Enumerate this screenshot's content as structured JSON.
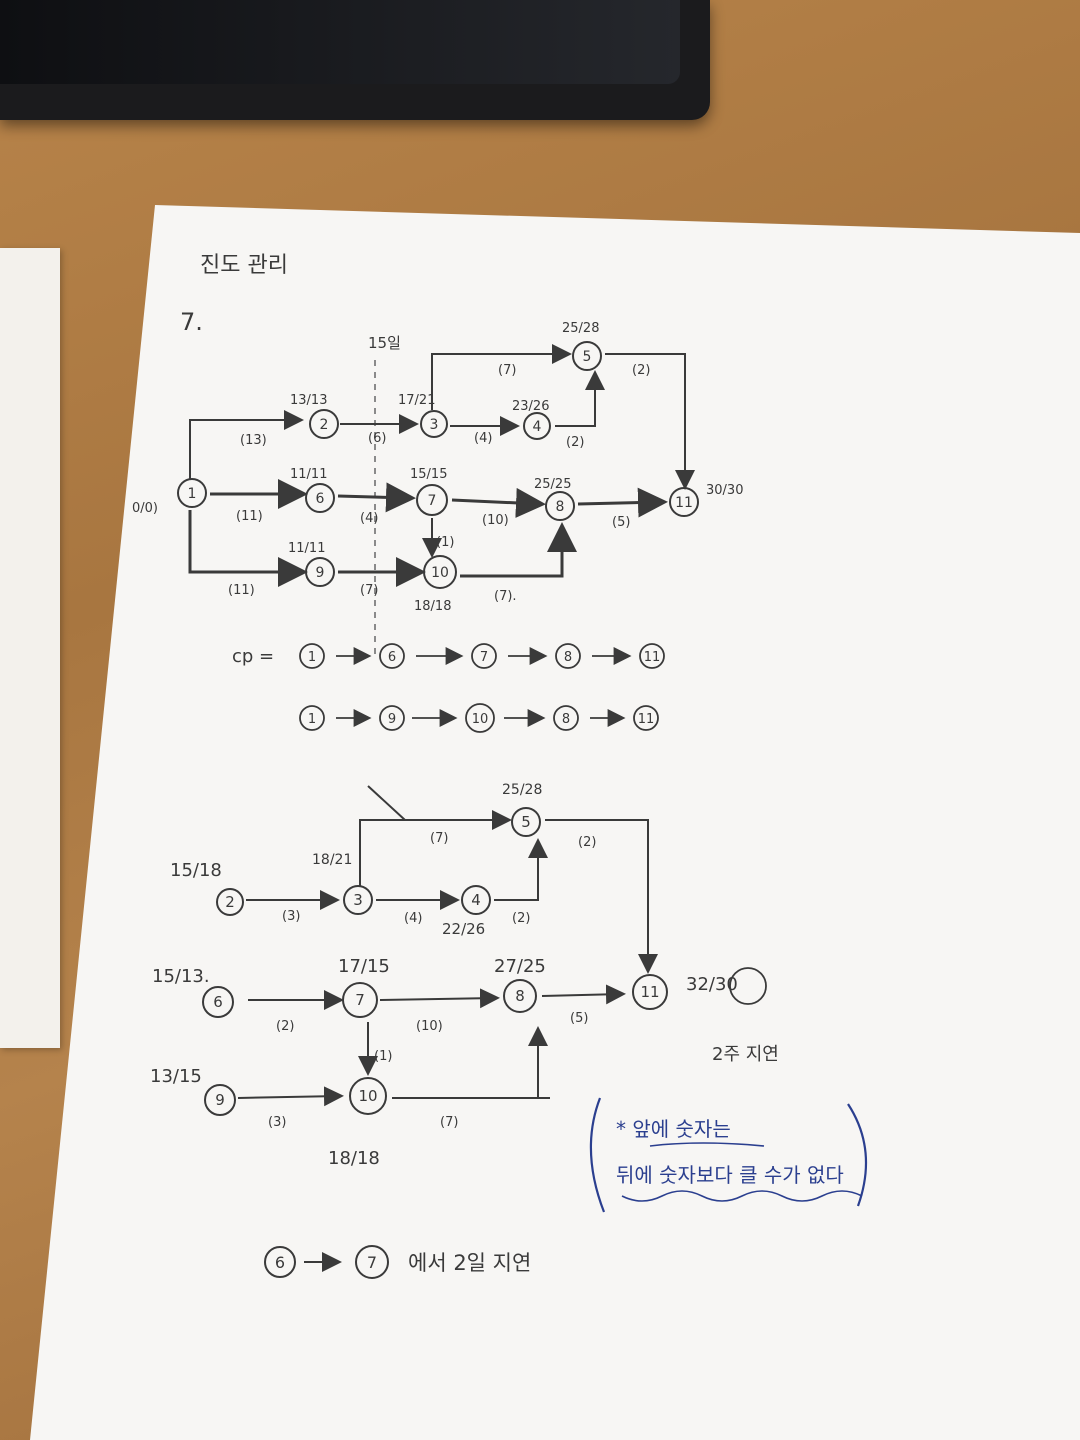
{
  "header": {
    "title": "진도 관리",
    "problem_no": "7."
  },
  "diagram1": {
    "cut_label": "15일",
    "nodes": [
      {
        "id": "1",
        "label": "1",
        "times": "0/0)"
      },
      {
        "id": "2",
        "label": "2",
        "times": "13/13"
      },
      {
        "id": "3",
        "label": "3",
        "times": "17/21"
      },
      {
        "id": "4",
        "label": "4",
        "times": "23/26"
      },
      {
        "id": "5",
        "label": "5",
        "times": "25/28"
      },
      {
        "id": "6",
        "label": "6",
        "times": "11/11"
      },
      {
        "id": "7",
        "label": "7",
        "times": "15/15"
      },
      {
        "id": "8",
        "label": "8",
        "times": "25/25"
      },
      {
        "id": "9",
        "label": "9",
        "times": "11/11"
      },
      {
        "id": "10",
        "label": "10",
        "times": "18/18"
      },
      {
        "id": "11",
        "label": "11",
        "times": "30/30"
      }
    ],
    "edges": [
      {
        "from": "1",
        "to": "2",
        "dur": "(13)"
      },
      {
        "from": "2",
        "to": "3",
        "dur": "(6)"
      },
      {
        "from": "3",
        "to": "4",
        "dur": "(4)"
      },
      {
        "from": "3",
        "to": "5",
        "dur": "(7)"
      },
      {
        "from": "4",
        "to": "5",
        "dur": "(2)"
      },
      {
        "from": "5",
        "to": "11",
        "dur": "(2)"
      },
      {
        "from": "1",
        "to": "6",
        "dur": "(11)"
      },
      {
        "from": "6",
        "to": "7",
        "dur": "(4)"
      },
      {
        "from": "7",
        "to": "8",
        "dur": "(10)"
      },
      {
        "from": "8",
        "to": "11",
        "dur": "(5)"
      },
      {
        "from": "7",
        "to": "10",
        "dur": "(1)"
      },
      {
        "from": "1",
        "to": "9",
        "dur": "(11)"
      },
      {
        "from": "9",
        "to": "10",
        "dur": "(7)"
      },
      {
        "from": "10",
        "to": "8",
        "dur": "(7)."
      }
    ]
  },
  "critical_paths": {
    "prefix": "cp =",
    "path1": [
      "1",
      "6",
      "7",
      "8",
      "11"
    ],
    "path2": [
      "1",
      "9",
      "10",
      "8",
      "11"
    ]
  },
  "diagram2": {
    "nodes": [
      {
        "id": "2",
        "label": "2",
        "times": "15/18"
      },
      {
        "id": "3",
        "label": "3",
        "times": "18/21"
      },
      {
        "id": "4",
        "label": "4",
        "times": "22/26"
      },
      {
        "id": "5",
        "label": "5",
        "times": "25/28"
      },
      {
        "id": "6",
        "label": "6",
        "times": "15/13."
      },
      {
        "id": "7",
        "label": "7",
        "times": "17/15"
      },
      {
        "id": "8",
        "label": "8",
        "times": "27/25"
      },
      {
        "id": "9",
        "label": "9",
        "times": "13/15"
      },
      {
        "id": "10",
        "label": "10",
        "times": "18/18"
      },
      {
        "id": "11",
        "label": "11",
        "times": "32/30"
      }
    ],
    "edges": [
      {
        "from": "2",
        "to": "3",
        "dur": "(3)"
      },
      {
        "from": "3",
        "to": "4",
        "dur": "(4)"
      },
      {
        "from": "3",
        "to": "5",
        "dur": "(7)"
      },
      {
        "from": "4",
        "to": "5",
        "dur": "(2)"
      },
      {
        "from": "5",
        "to": "11",
        "dur": "(2)"
      },
      {
        "from": "6",
        "to": "7",
        "dur": "(2)"
      },
      {
        "from": "7",
        "to": "8",
        "dur": "(10)"
      },
      {
        "from": "8",
        "to": "11",
        "dur": "(5)"
      },
      {
        "from": "7",
        "to": "10",
        "dur": "(1)"
      },
      {
        "from": "9",
        "to": "10",
        "dur": "(3)"
      },
      {
        "from": "10",
        "to": "8",
        "dur": "(7)"
      }
    ],
    "extra_note": "2주 지연"
  },
  "blue_note": {
    "line1": "* 앞에 숫자는",
    "line2": "뒤에 숫자보다 클 수가 없다"
  },
  "conclusion": {
    "from": "6",
    "to": "7",
    "text": "에서 2일 지연"
  },
  "colors": {
    "pencil": "#3a3a3a",
    "blue_pen": "#2b3f8f",
    "paper": "#f7f6f4",
    "desk": "#a87640"
  }
}
